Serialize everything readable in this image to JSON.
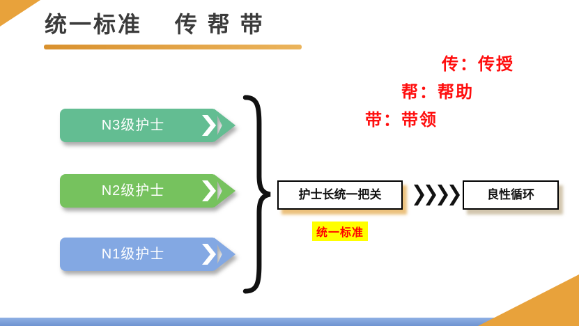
{
  "slide": {
    "title": "统一标准　 传 帮 带",
    "legend": {
      "items": [
        "传：传授",
        "帮：帮助",
        "带：带领"
      ]
    },
    "levels": [
      {
        "label": "N3级护士",
        "color": "#63BD92"
      },
      {
        "label": "N2级护士",
        "color": "#76C25E"
      },
      {
        "label": "N1级护士",
        "color": "#83A8E3"
      }
    ],
    "gate": {
      "label": "护士长统一把关",
      "caption": "统一标准"
    },
    "result": {
      "label": "良性循环"
    },
    "flow_chevron_count": 4,
    "colors": {
      "accent_orange": "#E8A23B",
      "legend_red": "#FF0E0E",
      "caption_red": "#FF0000",
      "caption_highlight_yellow": "#FFFF00",
      "title_text": "#3B3B3B",
      "bottom_bar_blue": "#7C9FD6"
    }
  }
}
